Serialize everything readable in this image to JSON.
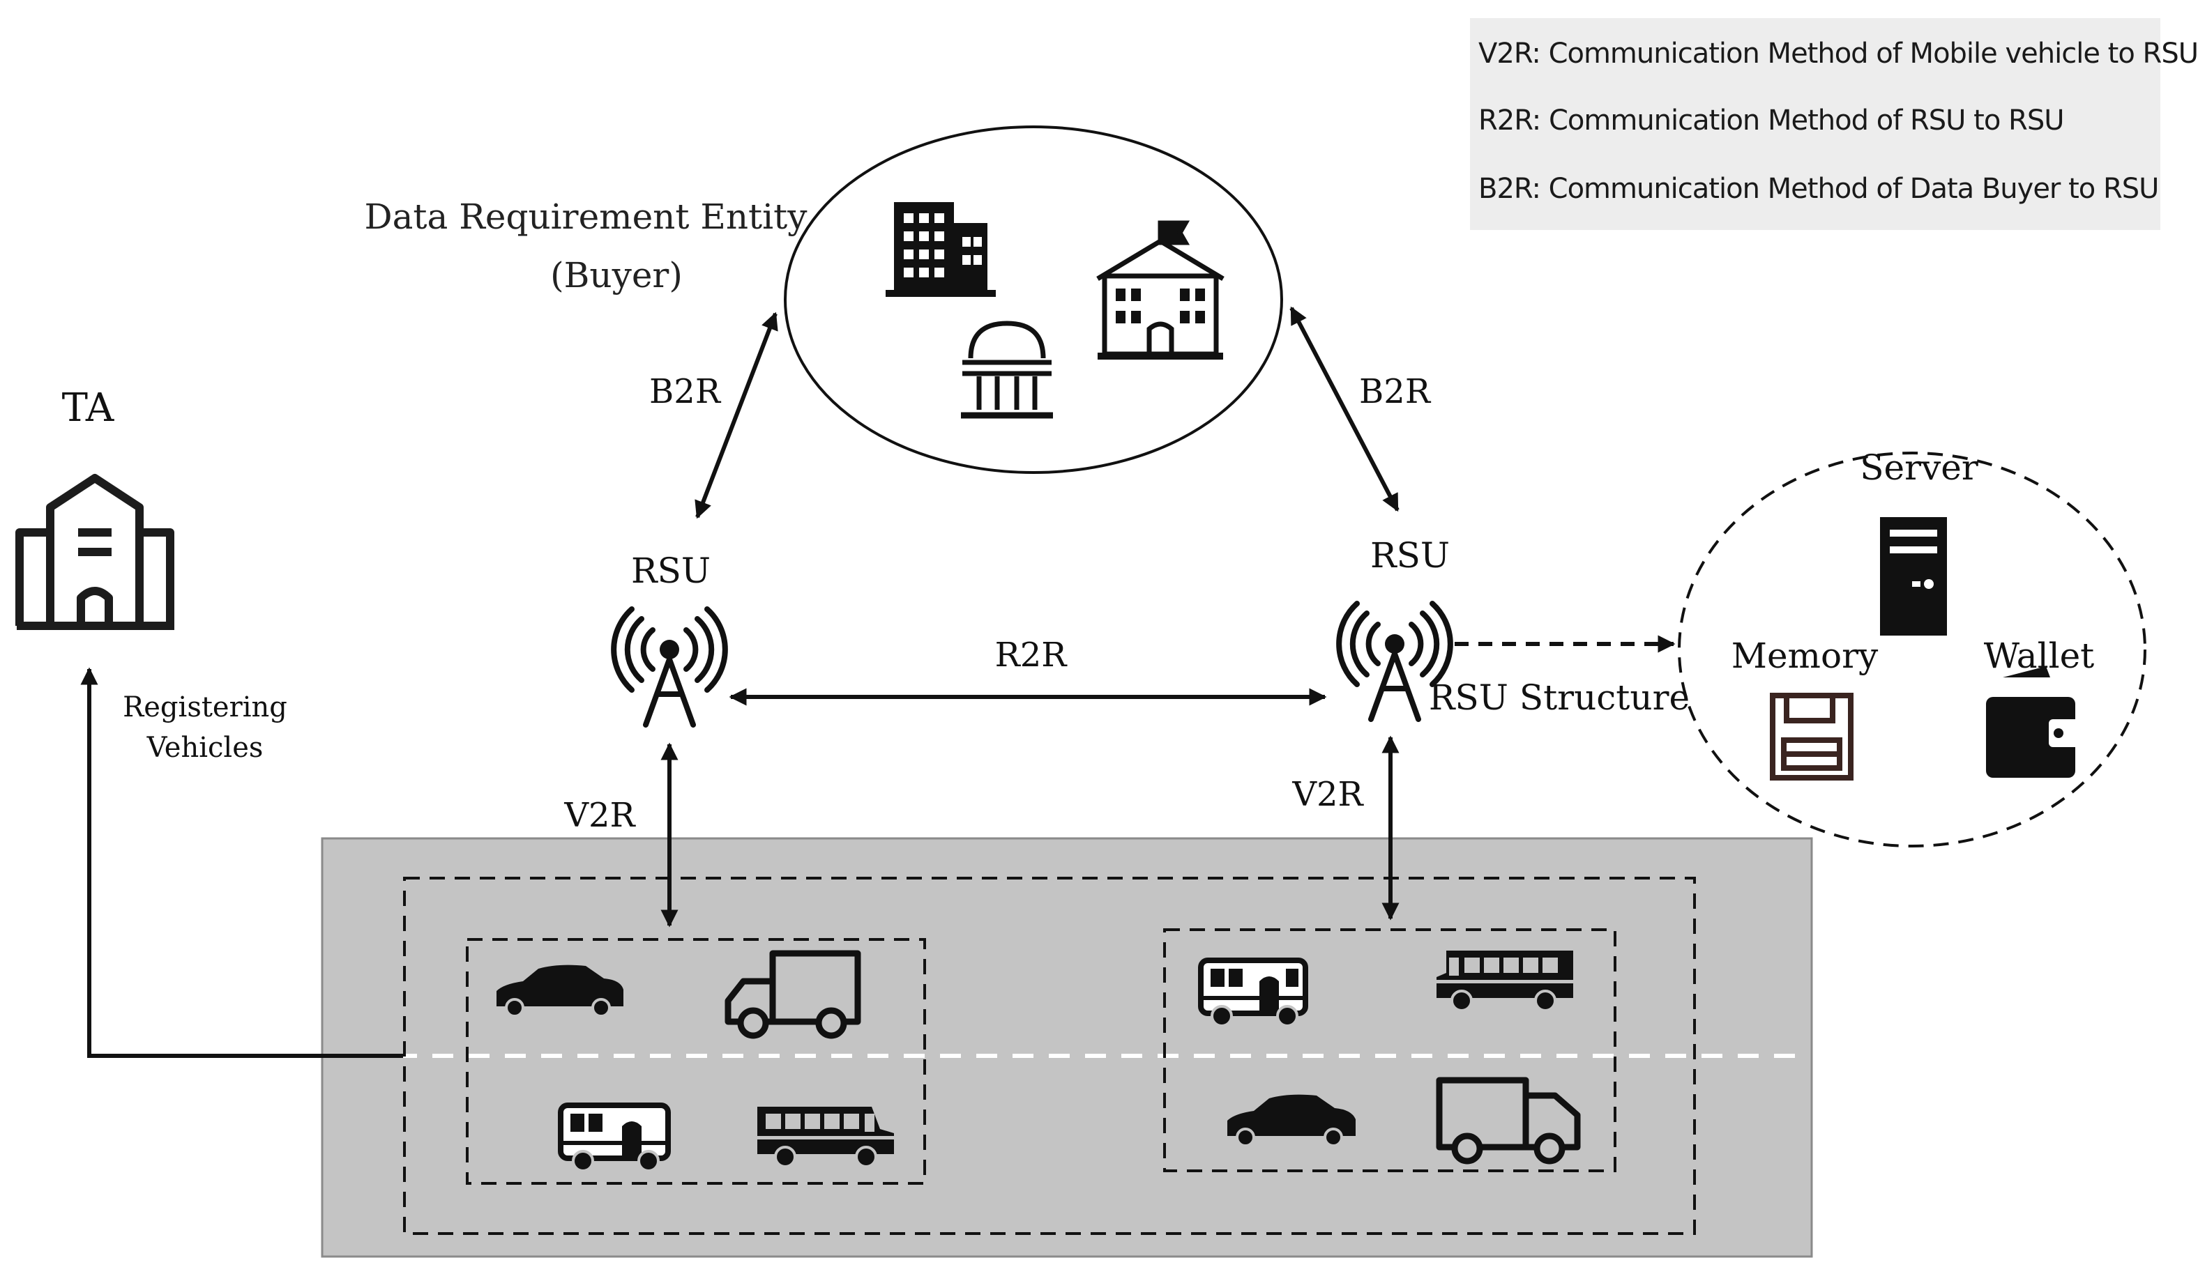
{
  "legend": [
    "V2R: Communication Method of Mobile vehicle to RSU",
    "R2R: Communication Method of RSU to RSU",
    "B2R: Communication Method of Data Buyer to RSU"
  ],
  "buyer": {
    "title": "Data Requirement Entity",
    "subtitle": "(Buyer)"
  },
  "ta": {
    "label": "TA",
    "registering": [
      "Registering",
      "Vehicles"
    ]
  },
  "links": {
    "b2r_left": "B2R",
    "b2r_right": "B2R",
    "r2r": "R2R",
    "v2r_left": "V2R",
    "v2r_right": "V2R"
  },
  "rsu": {
    "left": "RSU",
    "right": "RSU",
    "structure": "RSU Structure"
  },
  "rsu_structure": {
    "server": "Server",
    "memory": "Memory",
    "wallet": "Wallet"
  },
  "icons": {
    "buyer": [
      "office-building-icon",
      "school-icon",
      "government-building-icon"
    ],
    "ta": "ta-building-icon",
    "rsu": "antenna-tower-icon",
    "vehicles_left": [
      "car-icon",
      "truck-icon",
      "van-icon",
      "bus-icon"
    ],
    "vehicles_right": [
      "van-icon",
      "bus-icon",
      "car-icon",
      "truck-icon"
    ],
    "structure": [
      "server-icon",
      "memory-floppy-icon",
      "wallet-icon"
    ]
  },
  "colors": {
    "road": "#c4c4c4",
    "ink": "#111111",
    "legend_bg": "#ededed"
  }
}
